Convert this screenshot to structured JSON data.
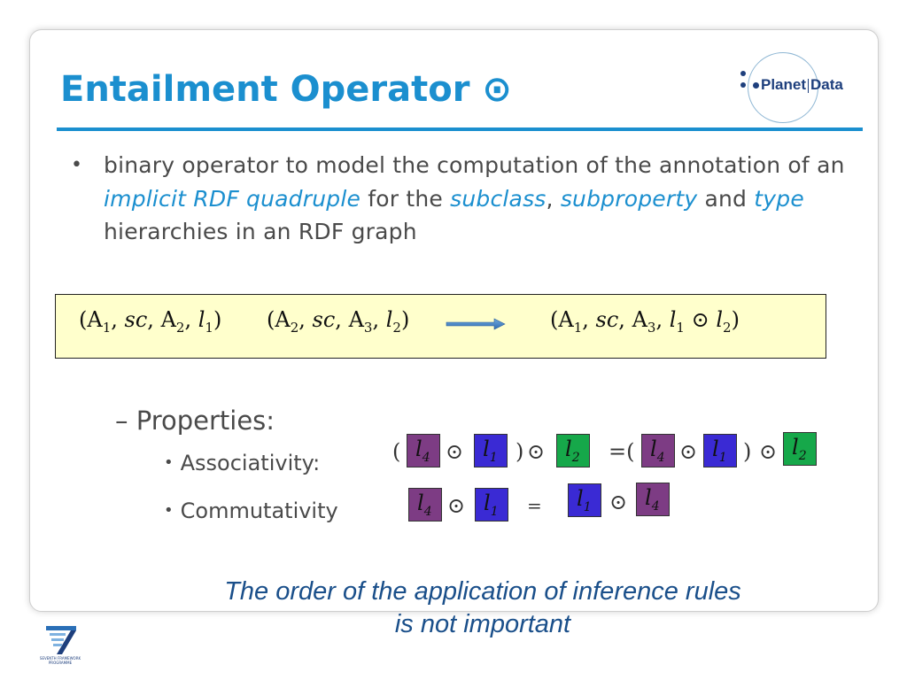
{
  "slide": {
    "title": "Entailment Operator ⊙",
    "bullet": {
      "text_1": "binary operator to model the computation of the annotation of an ",
      "em_1": "implicit RDF quadruple",
      "text_2": " for the ",
      "em_2": "subclass",
      "text_3": ",  ",
      "em_3": "subproperty",
      "text_4": " and ",
      "em_4": "type",
      "text_5": " hierarchies in an RDF graph"
    },
    "formula": {
      "premise_1": {
        "a": "A",
        "a_sub": "1",
        "rel": "sc",
        "b": "A",
        "b_sub": "2",
        "ann": "l",
        "ann_sub": "1"
      },
      "premise_2": {
        "a": "A",
        "a_sub": "2",
        "rel": "sc",
        "b": "A",
        "b_sub": "3",
        "ann": "l",
        "ann_sub": "2"
      },
      "conclusion": {
        "a": "A",
        "a_sub": "1",
        "rel": "sc",
        "b": "A",
        "b_sub": "3",
        "ann1": "l",
        "ann1_sub": "1",
        "op": "⊙",
        "ann2": "l",
        "ann2_sub": "2"
      }
    },
    "properties": {
      "heading": "Properties:",
      "associativity_label": "Associativity:",
      "commutativity_label": "Commutativity"
    },
    "tiles": {
      "l": "l",
      "sub_1": "1",
      "sub_2": "2",
      "sub_4": "4",
      "op": "⊙",
      "open_paren": "(",
      "close_paren": ")",
      "equals": "=",
      "equals_paren": "=("
    },
    "conclusion_text": "The order of the application of inference rules is not important"
  },
  "logos": {
    "planet_data": {
      "word_1": "Planet",
      "word_2": "Data"
    },
    "fp7": {
      "caption": "SEVENTH FRAMEWORK PROGRAMME"
    }
  },
  "colors": {
    "accent": "#1b8fcf",
    "formula_background": "#ffffcc",
    "tile_purple": "#7d3c84",
    "tile_blue": "#3a2ad4",
    "tile_green": "#16a84a",
    "conclusion_text": "#1a4f8a"
  }
}
